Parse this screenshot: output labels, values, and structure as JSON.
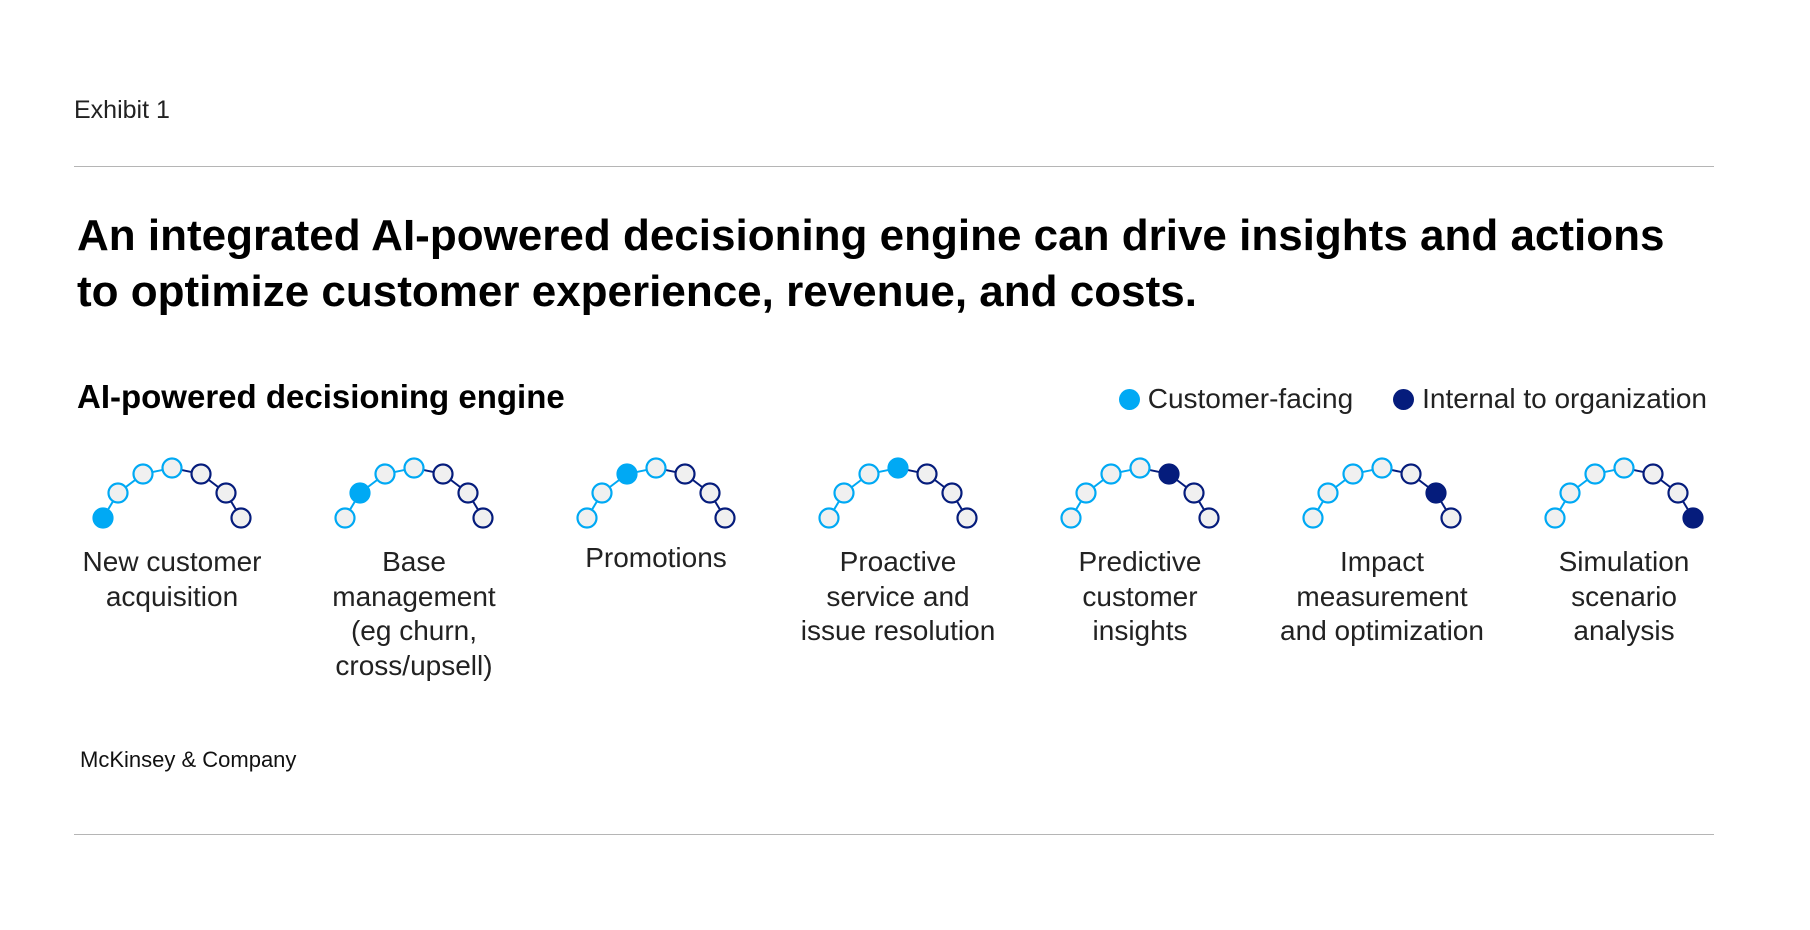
{
  "exhibit_label": "Exhibit 1",
  "headline": {
    "line1": "An integrated AI-powered decisioning engine can drive insights and actions",
    "line2": "to optimize customer experience, revenue, and costs."
  },
  "subhead": "AI-powered decisioning engine",
  "legend": {
    "customer_facing": "Customer-facing",
    "internal": "Internal to organization"
  },
  "colors": {
    "customer_facing": "#00a9f4",
    "internal": "#051c7c",
    "empty_fill": "#f0f0f0"
  },
  "steps": [
    {
      "label": "New customer acquisition",
      "lines": [
        "New customer",
        "acquisition"
      ],
      "type": "customer_facing"
    },
    {
      "label": "Base management (eg churn, cross/upsell)",
      "lines": [
        "Base",
        "management",
        "(eg churn,",
        "cross/upsell)"
      ],
      "type": "customer_facing"
    },
    {
      "label": "Promotions",
      "lines": [
        "Promotions"
      ],
      "type": "customer_facing"
    },
    {
      "label": "Proactive service and issue resolution",
      "lines": [
        "Proactive",
        "service and",
        "issue resolution"
      ],
      "type": "customer_facing"
    },
    {
      "label": "Predictive customer insights",
      "lines": [
        "Predictive",
        "customer",
        "insights"
      ],
      "type": "internal"
    },
    {
      "label": "Impact measurement and optimization",
      "lines": [
        "Impact",
        "measurement",
        "and optimization"
      ],
      "type": "internal"
    },
    {
      "label": "Simulation scenario analysis",
      "lines": [
        "Simulation",
        "scenario",
        "analysis"
      ],
      "type": "internal"
    }
  ],
  "footer": "McKinsey & Company"
}
